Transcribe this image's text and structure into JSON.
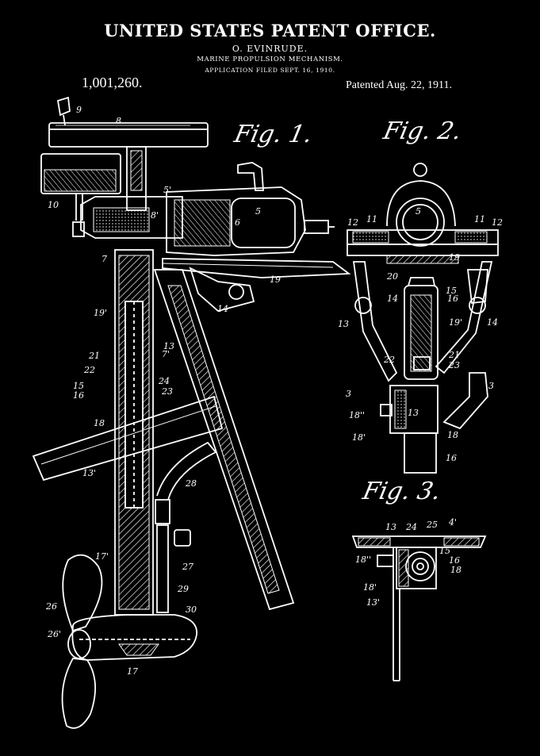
{
  "header": {
    "title": "UNITED STATES PATENT OFFICE.",
    "inventor": "O. EVINRUDE.",
    "invention": "MARINE PROPULSION MECHANISM.",
    "filed": "APPLICATION FILED SEPT. 16, 1910.",
    "patent_number": "1,001,260.",
    "patent_date": "Patented Aug. 22, 1911."
  },
  "figures": {
    "fig1": "Fig. 1.",
    "fig2": "Fig. 2.",
    "fig3": "Fig. 3."
  },
  "fig1_labels": [
    "9",
    "8",
    "10",
    "5'",
    "8'",
    "5",
    "6",
    "7",
    "19",
    "14",
    "19'",
    "13",
    "7'",
    "21",
    "22",
    "15",
    "16",
    "24",
    "23",
    "18",
    "13'",
    "28",
    "17'",
    "27",
    "29",
    "26",
    "30",
    "26'",
    "17"
  ],
  "fig2_labels": [
    "12",
    "11",
    "5",
    "11",
    "12",
    "19",
    "20",
    "14",
    "15",
    "16",
    "14",
    "13",
    "19'",
    "22",
    "21",
    "23",
    "3",
    "3",
    "18''",
    "13",
    "18'",
    "18",
    "16"
  ],
  "fig3_labels": [
    "13",
    "24",
    "25",
    "4'",
    "18''",
    "15",
    "16",
    "18",
    "18'",
    "13'"
  ]
}
